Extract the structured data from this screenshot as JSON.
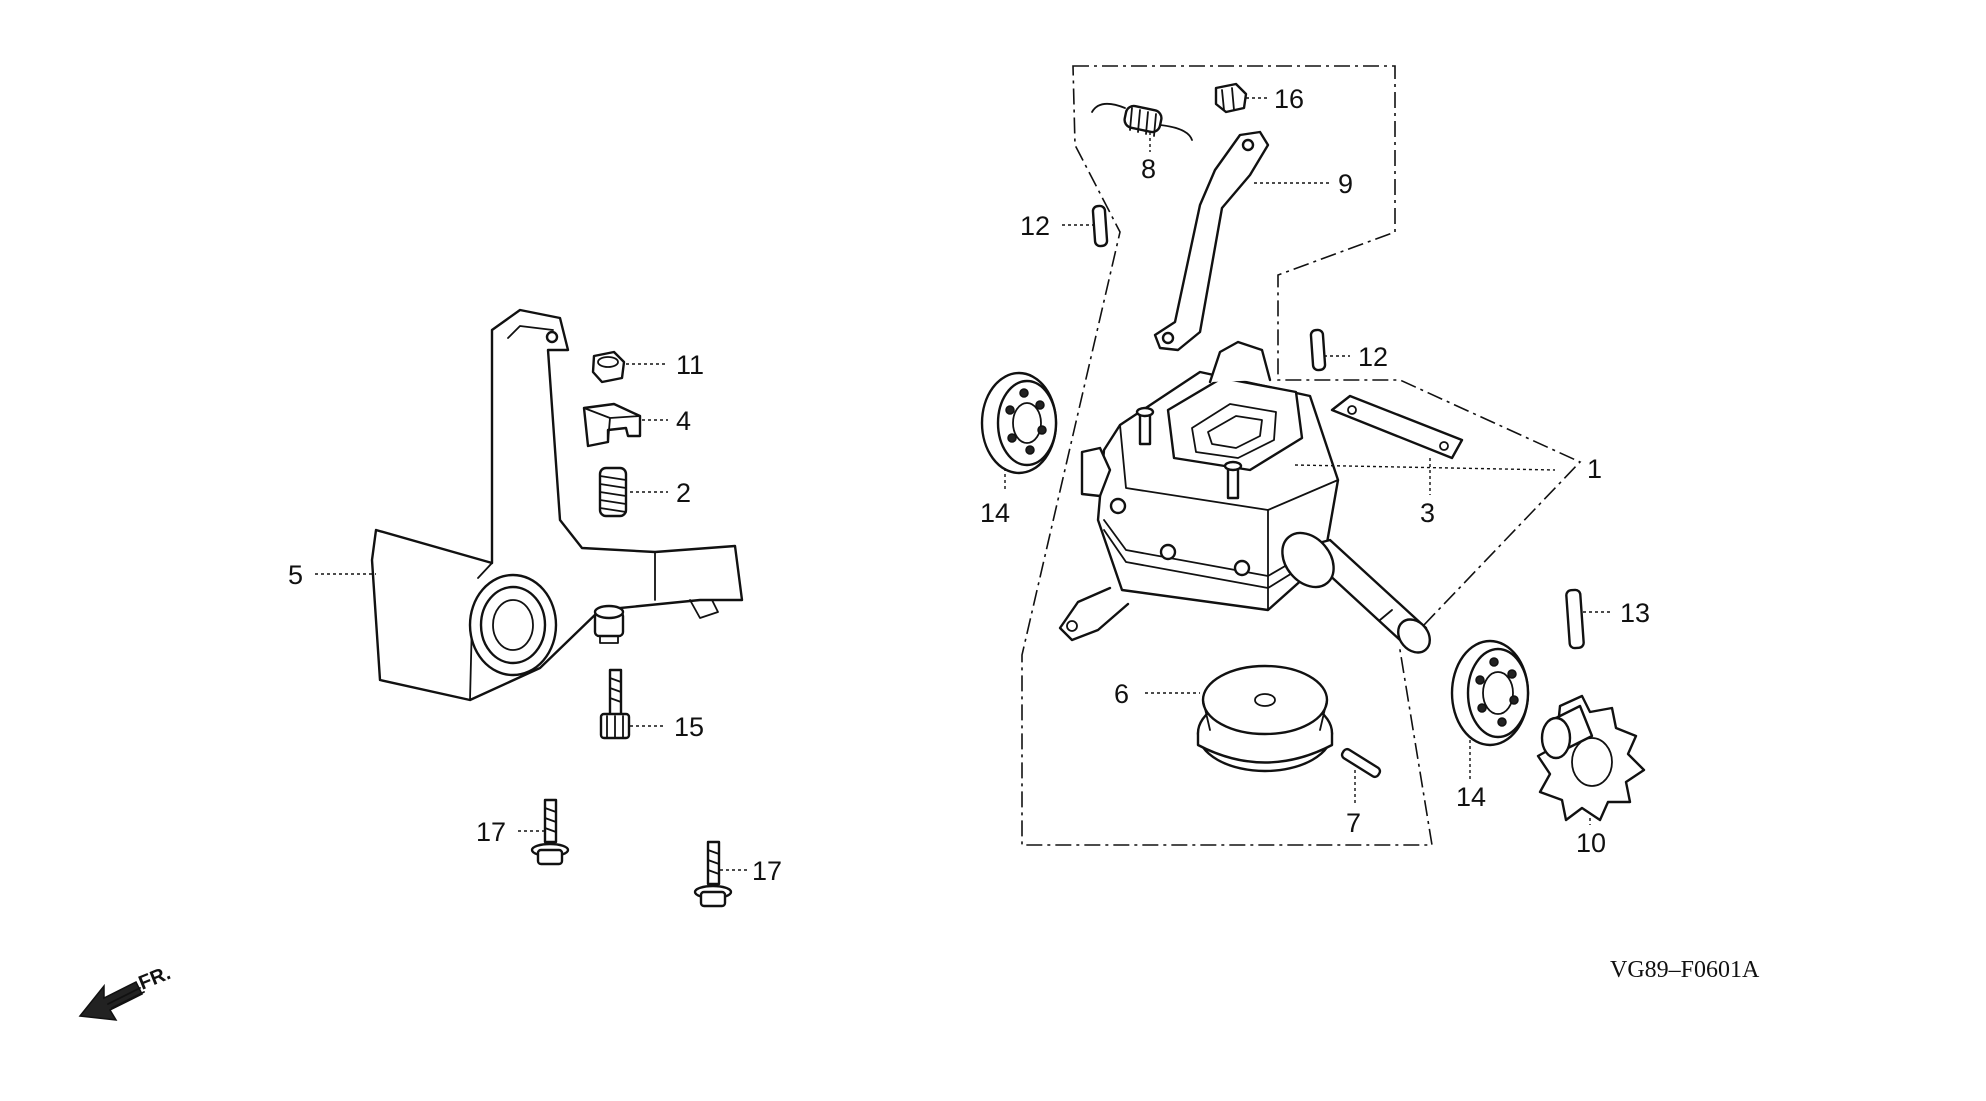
{
  "callouts": {
    "c1": "1",
    "c2": "2",
    "c3": "3",
    "c4": "4",
    "c5": "5",
    "c6": "6",
    "c7": "7",
    "c8": "8",
    "c9": "9",
    "c10": "10",
    "c11": "11",
    "c12a": "12",
    "c12b": "12",
    "c13": "13",
    "c14a": "14",
    "c14b": "14",
    "c15": "15",
    "c16": "16",
    "c17a": "17",
    "c17b": "17"
  },
  "direction_label": "FR.",
  "diagram_code": "VG89–F0601A"
}
